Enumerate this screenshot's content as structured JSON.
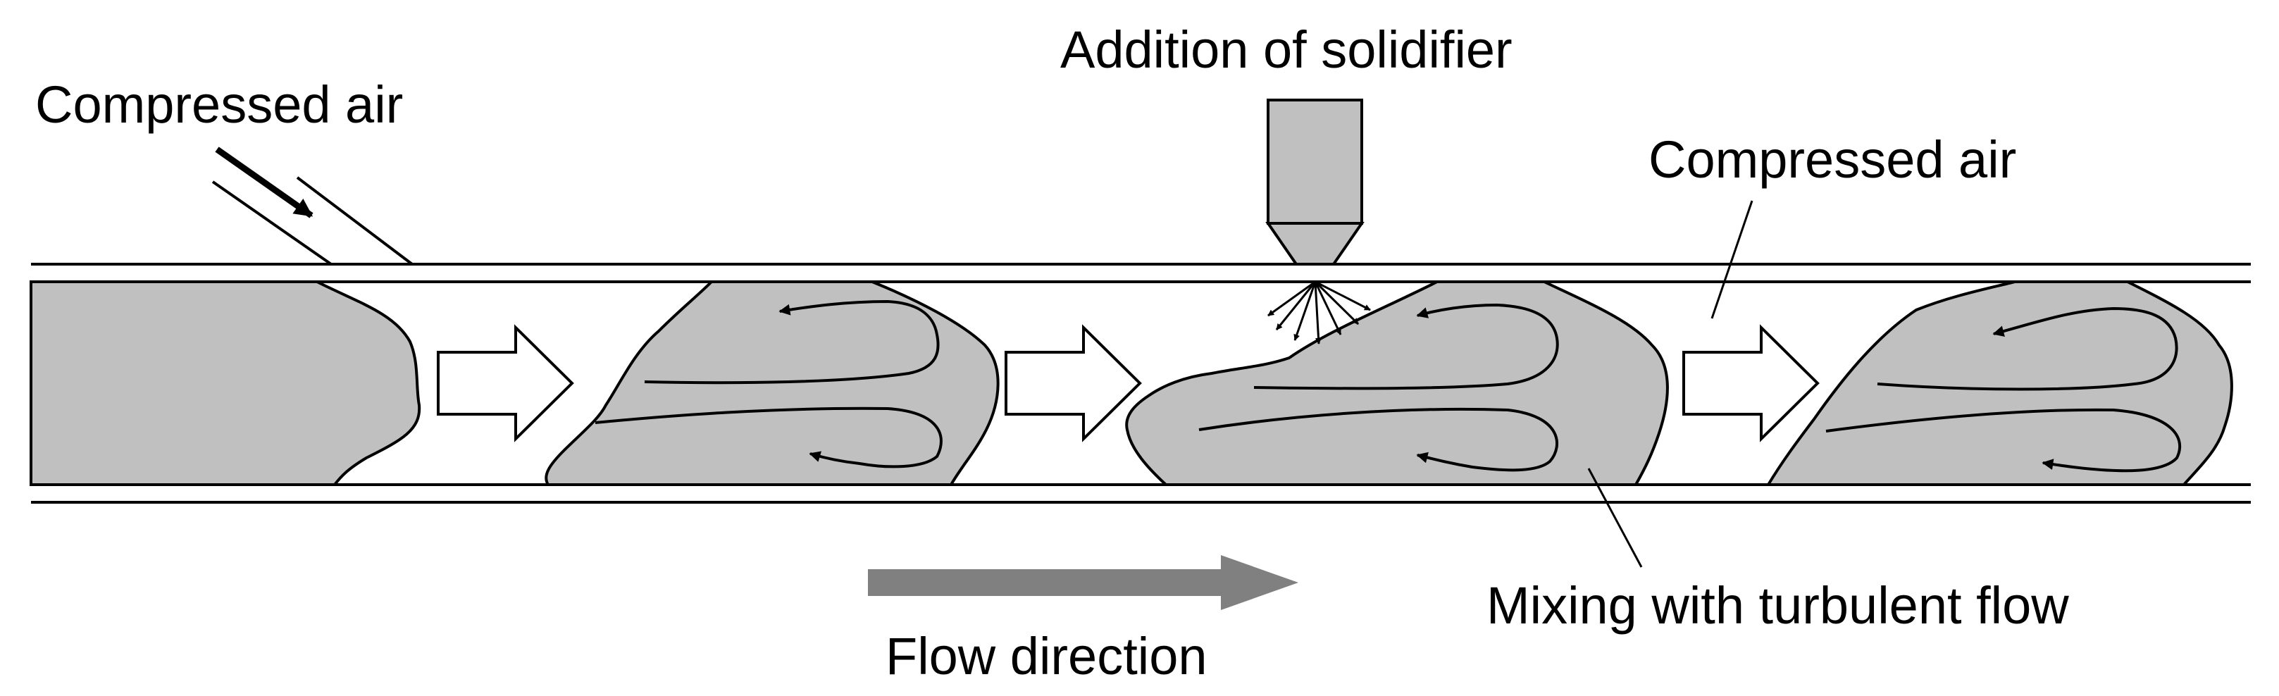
{
  "labels": {
    "compressed_air_left": "Compressed air",
    "addition_of_solidifier": "Addition of solidifier",
    "compressed_air_right": "Compressed air",
    "mixing_with_turbulent_flow": "Mixing with turbulent flow",
    "flow_direction": "Flow direction"
  },
  "colors": {
    "slug_fill": "#c0c0c0",
    "flow_arrow": "#808080",
    "stroke": "#000000",
    "background": "#ffffff"
  }
}
